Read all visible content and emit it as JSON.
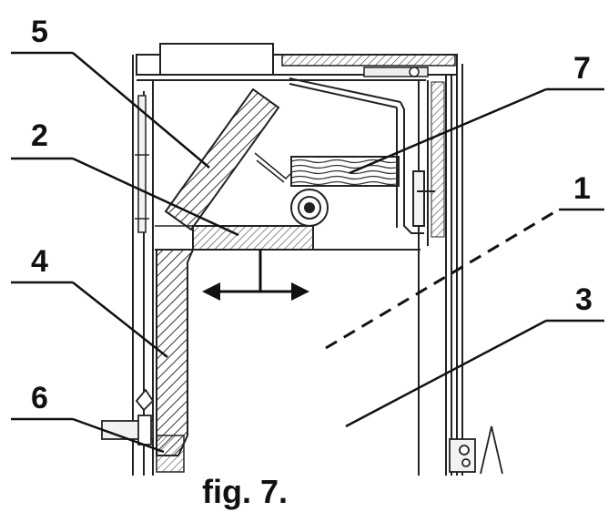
{
  "figure": {
    "caption": "fig. 7.",
    "labels": {
      "l1": "1",
      "l2": "2",
      "l3": "3",
      "l4": "4",
      "l5": "5",
      "l6": "6",
      "l7": "7"
    }
  },
  "colors": {
    "line": "#222222",
    "background": "#ffffff"
  }
}
